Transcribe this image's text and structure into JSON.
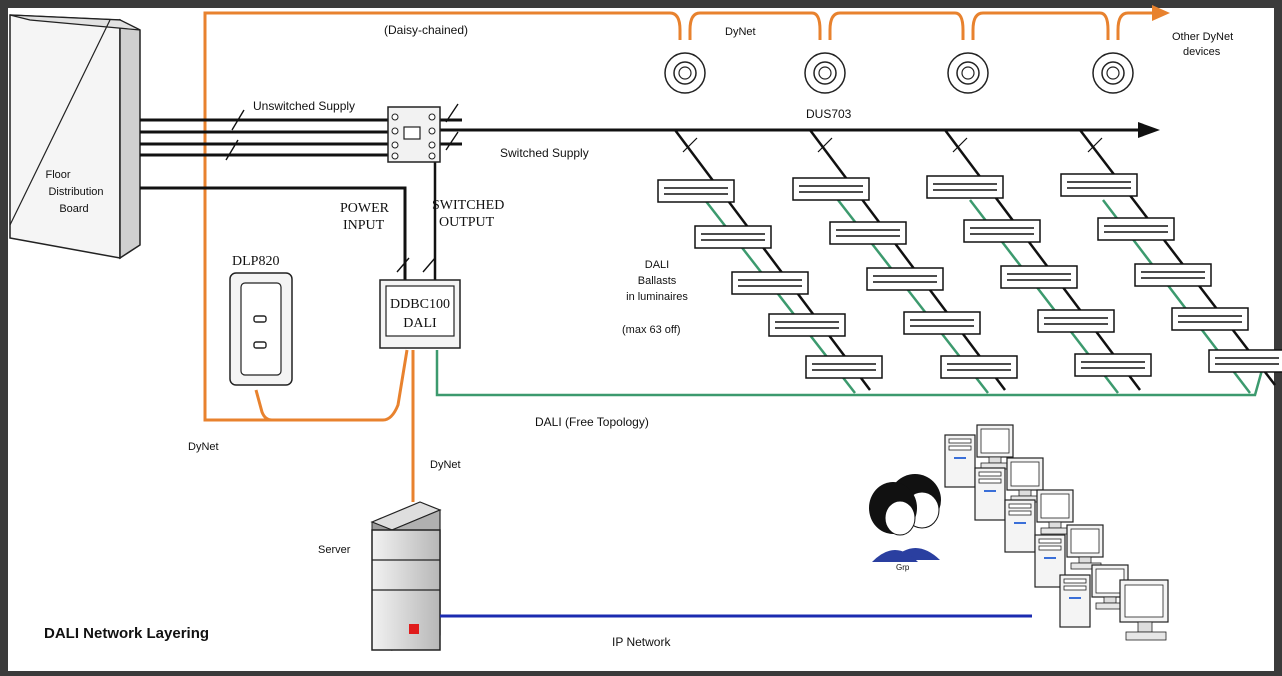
{
  "diagram": {
    "title": "DALI Network Layering",
    "labels": {
      "daisy_chained": "(Daisy-chained)",
      "dynet_top": "DyNet",
      "other_dynet_line1": "Other DyNet",
      "other_dynet_line2": "devices",
      "unswitched_supply": "Unswitched Supply",
      "dus703": "DUS703",
      "switched_supply": "Switched Supply",
      "floor_line1": "Floor",
      "floor_line2": "Distribution",
      "floor_line3": "Board",
      "power_input_line1": "POWER",
      "power_input_line2": "INPUT",
      "switched_output_line1": "SWITCHED",
      "switched_output_line2": "OUTPUT",
      "dlp820": "DLP820",
      "ddbc100": "DDBC100",
      "dali_box": "DALI",
      "dali_ballasts_line1": "DALI",
      "dali_ballasts_line2": "Ballasts",
      "dali_ballasts_line3": "in luminaires",
      "max_63_off": "(max 63 off)",
      "dali_free_topology": "DALI (Free Topology)",
      "dynet_left": "DyNet",
      "dynet_server": "DyNet",
      "server": "Server",
      "ip_network": "IP Network",
      "group": "Grp"
    },
    "colors": {
      "dynet": "#e8822e",
      "dali_bus": "#3c9a6e",
      "ip_network": "#1b2bb0",
      "mains": "#111111",
      "frame": "#3b3b3b",
      "canvas": "#ffffff"
    }
  }
}
